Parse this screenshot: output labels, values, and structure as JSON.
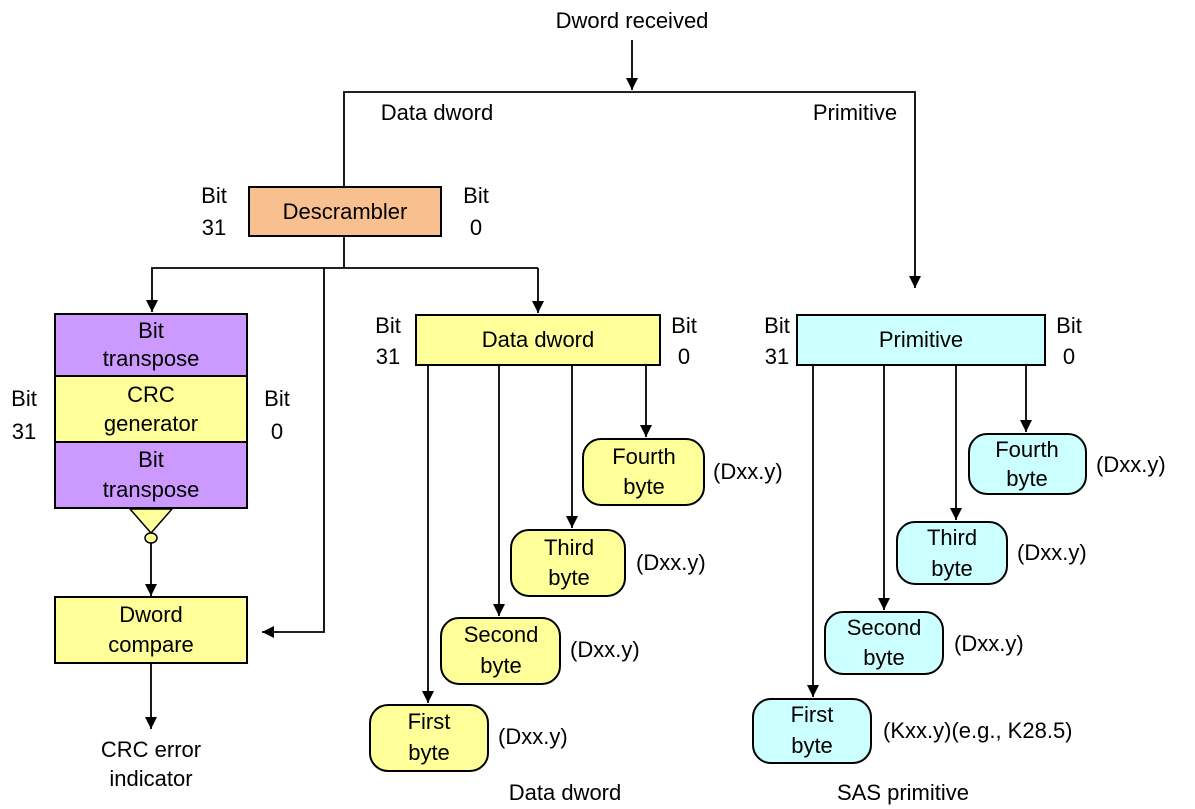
{
  "colors": {
    "descrambler": "#f9c08f",
    "yellow": "#ffff99",
    "purple": "#cc99ff",
    "cyan": "#ccffff",
    "line": "#000000"
  },
  "top": {
    "title": "Dword received",
    "branch_data": "Data dword",
    "branch_primitive": "Primitive"
  },
  "descrambler": {
    "label": "Descrambler",
    "bit_left": [
      "Bit",
      "31"
    ],
    "bit_right": [
      "Bit",
      "0"
    ]
  },
  "crc_path": {
    "bit_transpose_top": [
      "Bit",
      "transpose"
    ],
    "crc_generator": [
      "CRC",
      "generator"
    ],
    "bit_transpose_bottom": [
      "Bit",
      "transpose"
    ],
    "bit_left": [
      "Bit",
      "31"
    ],
    "bit_right": [
      "Bit",
      "0"
    ],
    "dword_compare": [
      "Dword",
      "compare"
    ],
    "error_indicator": [
      "CRC error",
      "indicator"
    ]
  },
  "data_dword": {
    "label": "Data dword",
    "bit_left": [
      "Bit",
      "31"
    ],
    "bit_right": [
      "Bit",
      "0"
    ],
    "bytes": [
      {
        "label": [
          "Fourth",
          "byte"
        ],
        "code": "(Dxx.y)"
      },
      {
        "label": [
          "Third",
          "byte"
        ],
        "code": "(Dxx.y)"
      },
      {
        "label": [
          "Second",
          "byte"
        ],
        "code": "(Dxx.y)"
      },
      {
        "label": [
          "First",
          "byte"
        ],
        "code": "(Dxx.y)"
      }
    ],
    "caption": "Data dword"
  },
  "primitive": {
    "label": "Primitive",
    "bit_left": [
      "Bit",
      "31"
    ],
    "bit_right": [
      "Bit",
      "0"
    ],
    "bytes": [
      {
        "label": [
          "Fourth",
          "byte"
        ],
        "code": "(Dxx.y)"
      },
      {
        "label": [
          "Third",
          "byte"
        ],
        "code": "(Dxx.y)"
      },
      {
        "label": [
          "Second",
          "byte"
        ],
        "code": "(Dxx.y)"
      },
      {
        "label": [
          "First",
          "byte"
        ],
        "code": "(Kxx.y)(e.g., K28.5)"
      }
    ],
    "caption": "SAS primitive"
  }
}
